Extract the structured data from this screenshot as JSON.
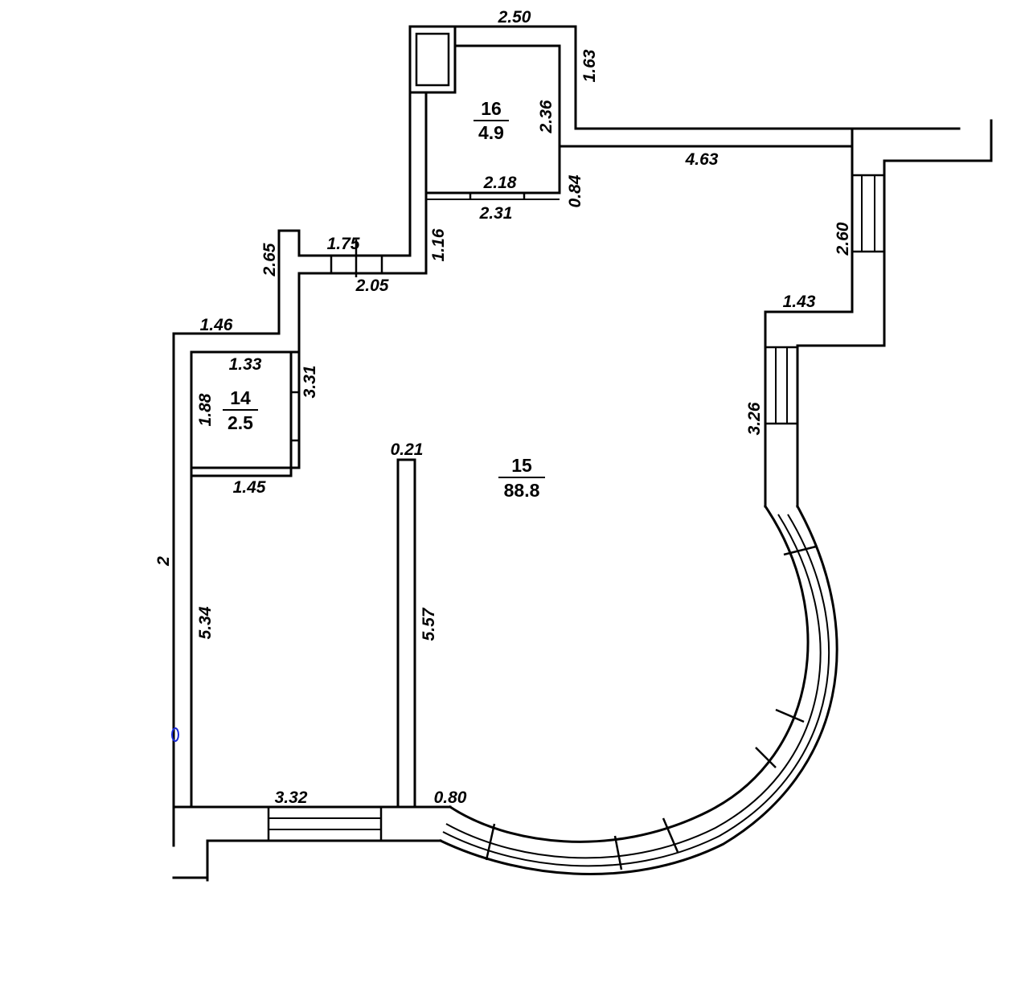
{
  "rooms": [
    {
      "number": "14",
      "area": "2.5"
    },
    {
      "number": "15",
      "area": "88.8"
    },
    {
      "number": "16",
      "area": "4.9"
    }
  ],
  "dimensions": {
    "d_2_50": "2.50",
    "d_1_63": "1.63",
    "d_2_36": "2.36",
    "d_4_63": "4.63",
    "d_2_18": "2.18",
    "d_0_84": "0.84",
    "d_2_31": "2.31",
    "d_1_16": "1.16",
    "d_1_75": "1.75",
    "d_2_05": "2.05",
    "d_2_65": "2.65",
    "d_2_60": "2.60",
    "d_1_43": "1.43",
    "d_1_46": "1.46",
    "d_1_33": "1.33",
    "d_3_31": "3.31",
    "d_1_88": "1.88",
    "d_1_45": "1.45",
    "d_0_21": "0.21",
    "d_3_26": "3.26",
    "d_2": "2",
    "d_5_34": "5.34",
    "d_5_57": "5.57",
    "d_3_32": "3.32",
    "d_0_80": "0.80"
  },
  "colors": {
    "line": "#000000",
    "marker": "#1a2ad6"
  }
}
